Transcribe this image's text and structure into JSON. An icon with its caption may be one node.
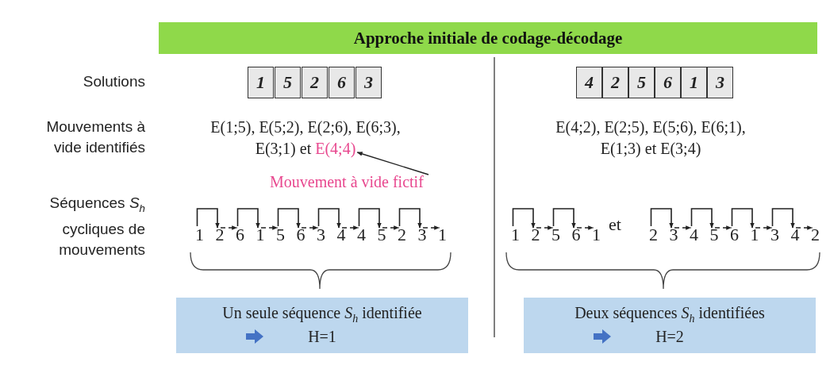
{
  "diagram": {
    "title": "Approche initiale de codage-décodage",
    "nodes": [
      {
        "text": [
          "1"
        ]
      },
      {
        "text": [
          "5"
        ]
      },
      {
        "text": [
          "2"
        ]
      },
      {
        "text": [
          "6"
        ]
      },
      {
        "text": [
          "3"
        ]
      },
      {
        "text": [
          "4"
        ]
      },
      {
        "text": [
          "2"
        ]
      },
      {
        "text": [
          "5"
        ]
      },
      {
        "text": [
          "6"
        ]
      },
      {
        "text": [
          "1"
        ]
      },
      {
        "text": [
          "3"
        ]
      },
      {
        "text": [
          "E(4;4)"
        ]
      },
      {
        "text": [
          "Mouvement à vide fictif"
        ]
      },
      {
        "text": [
          "Un seule séquence *S*$_{h}$ identifiée",
          "H=1"
        ]
      },
      {
        "text": [
          "Deux séquences *S*$_{h}$ identifiées",
          "H=2"
        ]
      }
    ],
    "edges": [
      {
        "from": 12,
        "to": 11,
        "arrow": "to"
      }
    ],
    "labels": [
      "Solutions",
      "Mouvements à vide identifiés",
      "E(1;5), E(5;2), E(2;6), E(6;3), E(3;1) et",
      "E(4;2), E(2;5), E(5;6), E(6;1), E(1;3) et E(3;4)",
      "Séquences *S*$_{h}$ cycliques de mouvements",
      "1 2 6 1 5 6 3 4 4 5 2 3 1",
      "1 2 5 6 1",
      "et",
      "2 3 4 5 6 1 3 4 2"
    ]
  }
}
